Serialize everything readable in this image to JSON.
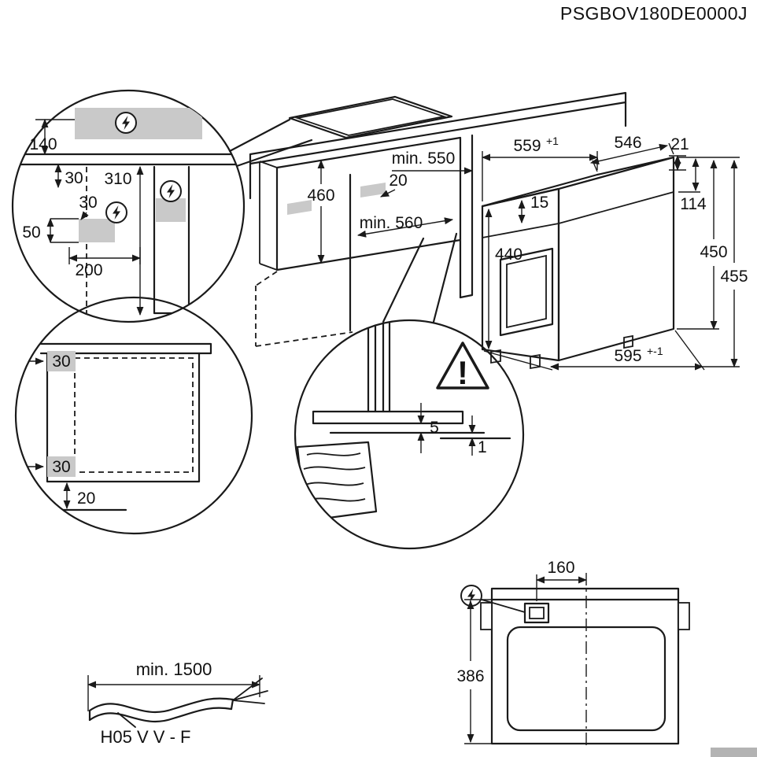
{
  "doc_code": "PSGBOV180DE0000J",
  "colors": {
    "line": "#1a1a1a",
    "zone_fill": "#c9c9c9",
    "background": "#ffffff",
    "artifact": "#b3b3b3"
  },
  "icons": {
    "power": "lightning-bolt",
    "warning": "exclamation-triangle"
  },
  "side_section_detail": {
    "h140": "140",
    "d30_below_top": "30",
    "h310": "310",
    "d30_zone": "30",
    "h50": "50",
    "w200": "200"
  },
  "niche": {
    "h460": "460",
    "depth_min": "min. 550",
    "d20": "20",
    "width_min": "min. 560"
  },
  "oven": {
    "w559": "559",
    "w559_tol": "+1",
    "d546": "546",
    "d21": "21",
    "d15": "15",
    "h114": "114",
    "h440": "440",
    "h450": "450",
    "h455": "455",
    "w595": "595",
    "w595_tol": "+-1"
  },
  "front_view_detail": {
    "d30_top": "30",
    "d30_bottom": "30",
    "d20": "20"
  },
  "gap_detail": {
    "g5": "5",
    "g1": "1",
    "warning_mark": "!"
  },
  "cable": {
    "length_min": "min. 1500",
    "cable_type": "H05 V V - F"
  },
  "top_view": {
    "d160": "160",
    "d386": "386"
  }
}
